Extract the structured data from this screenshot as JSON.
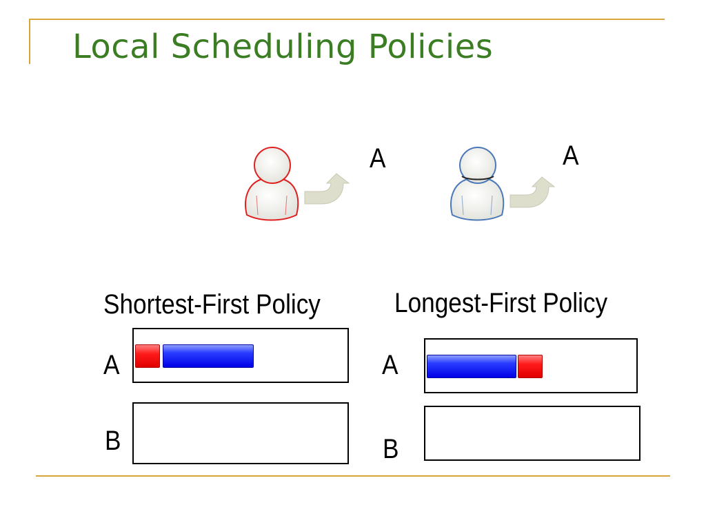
{
  "slide": {
    "title": "Local Scheduling Policies"
  },
  "top": {
    "user_red_label": "A",
    "user_blue_label": "A"
  },
  "policies": [
    {
      "title": "Shortest-First Policy",
      "rows": [
        {
          "label": "A",
          "segments": [
            "red",
            "blue"
          ]
        },
        {
          "label": "B",
          "segments": []
        }
      ]
    },
    {
      "title": "Longest-First Policy",
      "rows": [
        {
          "label": "A",
          "segments": [
            "blue",
            "red"
          ]
        },
        {
          "label": "B",
          "segments": []
        }
      ]
    }
  ],
  "colors": {
    "title": "#3b7d23",
    "rule": "#d9a53b",
    "red_user": "#e02020",
    "blue_user": "#4a78b8",
    "arrow": "#dcdcc8"
  },
  "icons": [
    "person-icon",
    "curved-arrow-icon"
  ]
}
